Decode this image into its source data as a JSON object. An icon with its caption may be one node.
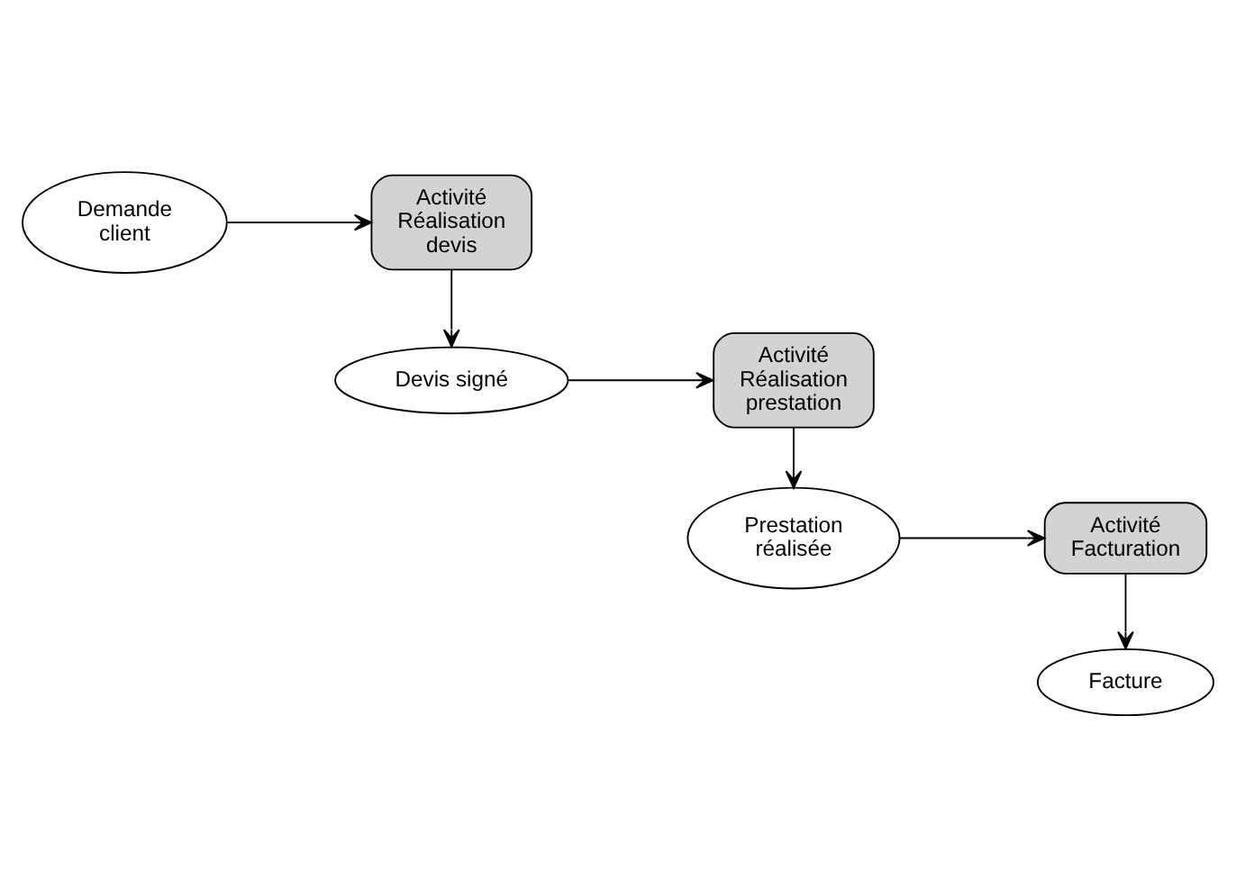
{
  "diagram": {
    "nodes": [
      {
        "text": [
          "Demande client"
        ]
      },
      {
        "text": [
          "Activité Réalisation devis"
        ]
      },
      {
        "text": [
          "Devis signé"
        ]
      },
      {
        "text": [
          "Activité Réalisation prestation"
        ]
      },
      {
        "text": [
          "Prestation réalisée"
        ]
      },
      {
        "text": [
          "Activité Facturation"
        ]
      },
      {
        "text": [
          "Facture"
        ]
      }
    ],
    "edges": [
      {
        "from": 0,
        "to": 1,
        "arrow": "to"
      },
      {
        "from": 1,
        "to": 2,
        "arrow": "to"
      },
      {
        "from": 2,
        "to": 3,
        "arrow": "to"
      },
      {
        "from": 3,
        "to": 4,
        "arrow": "to"
      },
      {
        "from": 4,
        "to": 5,
        "arrow": "to"
      },
      {
        "from": 5,
        "to": 6,
        "arrow": "to"
      }
    ]
  }
}
